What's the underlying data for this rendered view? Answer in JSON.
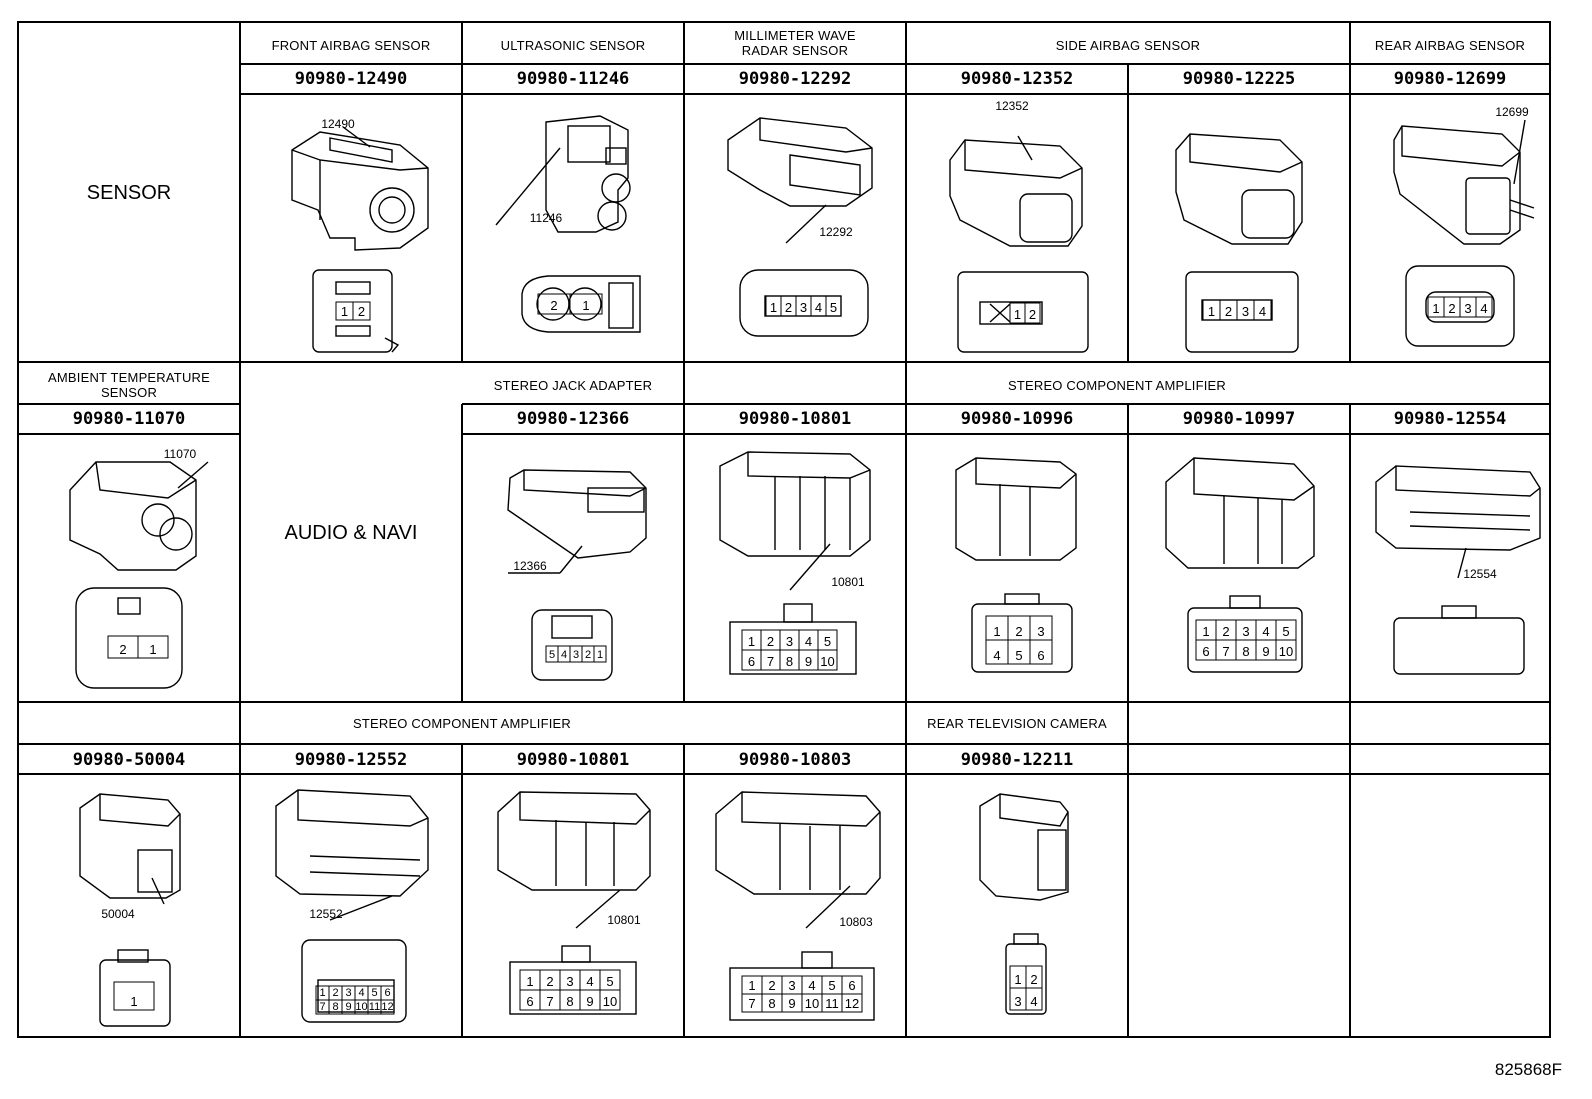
{
  "row1": {
    "category": "SENSOR",
    "groups": {
      "front_airbag": "FRONT AIRBAG SENSOR",
      "ultrasonic": "ULTRASONIC SENSOR",
      "mmwave": "MILLIMETER WAVE\nRADAR SENSOR",
      "side_airbag": "SIDE AIRBAG SENSOR",
      "rear_airbag": "REAR AIRBAG SENSOR"
    },
    "parts": [
      "90980-12490",
      "90980-11246",
      "90980-12292",
      "90980-12352",
      "90980-12225",
      "90980-12699"
    ],
    "callouts": [
      "12490",
      "11246",
      "12292",
      "12352",
      "12699"
    ],
    "pins": [
      [
        "1",
        "2"
      ],
      [
        "2",
        "1"
      ],
      [
        "1",
        "2",
        "3",
        "4",
        "5"
      ],
      [
        "1",
        "2"
      ],
      [
        "1",
        "2",
        "3",
        "4"
      ],
      [
        "1",
        "2",
        "3",
        "4"
      ]
    ]
  },
  "row2": {
    "category": "AUDIO & NAVI",
    "groups": {
      "ambient": "AMBIENT TEMPERATURE\nSENSOR",
      "stereo_jack": "STEREO JACK ADAPTER",
      "stereo_amp": "STEREO COMPONENT AMPLIFIER"
    },
    "parts": [
      "90980-11070",
      "90980-12366",
      "90980-10801",
      "90980-10996",
      "90980-10997",
      "90980-12554"
    ],
    "callouts": [
      "11070",
      "12366",
      "10801",
      "12554"
    ],
    "pins": [
      [
        "2",
        "1"
      ],
      [
        "5",
        "4",
        "3",
        "2",
        "1"
      ],
      [
        "1",
        "2",
        "3",
        "4",
        "5",
        "6",
        "7",
        "8",
        "9",
        "10"
      ],
      [
        "1",
        "2",
        "3",
        "4",
        "5",
        "6"
      ],
      [
        "1",
        "2",
        "3",
        "4",
        "5",
        "6",
        "7",
        "8",
        "9",
        "10"
      ]
    ]
  },
  "row3": {
    "groups": {
      "stereo_amp": "STEREO COMPONENT AMPLIFIER",
      "rear_tv": "REAR TELEVISION CAMERA"
    },
    "parts": [
      "90980-50004",
      "90980-12552",
      "90980-10801",
      "90980-10803",
      "90980-12211"
    ],
    "callouts": [
      "50004",
      "12552",
      "10801",
      "10803"
    ],
    "pins": [
      [
        "1"
      ],
      [
        "1",
        "2",
        "3",
        "4",
        "5",
        "6",
        "7",
        "8",
        "9",
        "10",
        "11",
        "12"
      ],
      [
        "1",
        "2",
        "3",
        "4",
        "5",
        "6",
        "7",
        "8",
        "9",
        "10"
      ],
      [
        "1",
        "2",
        "3",
        "4",
        "5",
        "6",
        "7",
        "8",
        "9",
        "10",
        "11",
        "12"
      ],
      [
        "1",
        "2",
        "3",
        "4"
      ]
    ]
  },
  "figure_id": "825868F"
}
